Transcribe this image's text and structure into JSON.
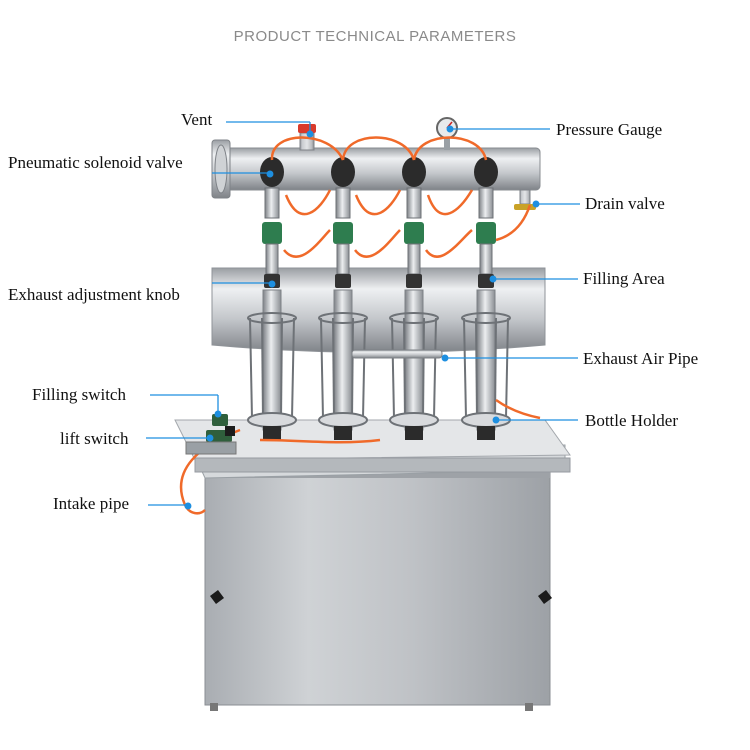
{
  "header": {
    "title": "PRODUCT TECHNICAL PARAMETERS"
  },
  "accent_color": "#1e8fe0",
  "labels": {
    "vent": "Vent",
    "pneumatic_solenoid_valve": "Pneumatic solenoid valve",
    "exhaust_adjustment_knob": "Exhaust adjustment knob",
    "filling_switch": "Filling switch",
    "lift_switch": "lift switch",
    "intake_pipe": "Intake pipe",
    "pressure_gauge": "Pressure Gauge",
    "drain_valve": "Drain valve",
    "filling_area": "Filling Area",
    "exhaust_air_pipe": "Exhaust Air Pipe",
    "bottle_holder": "Bottle Holder"
  }
}
